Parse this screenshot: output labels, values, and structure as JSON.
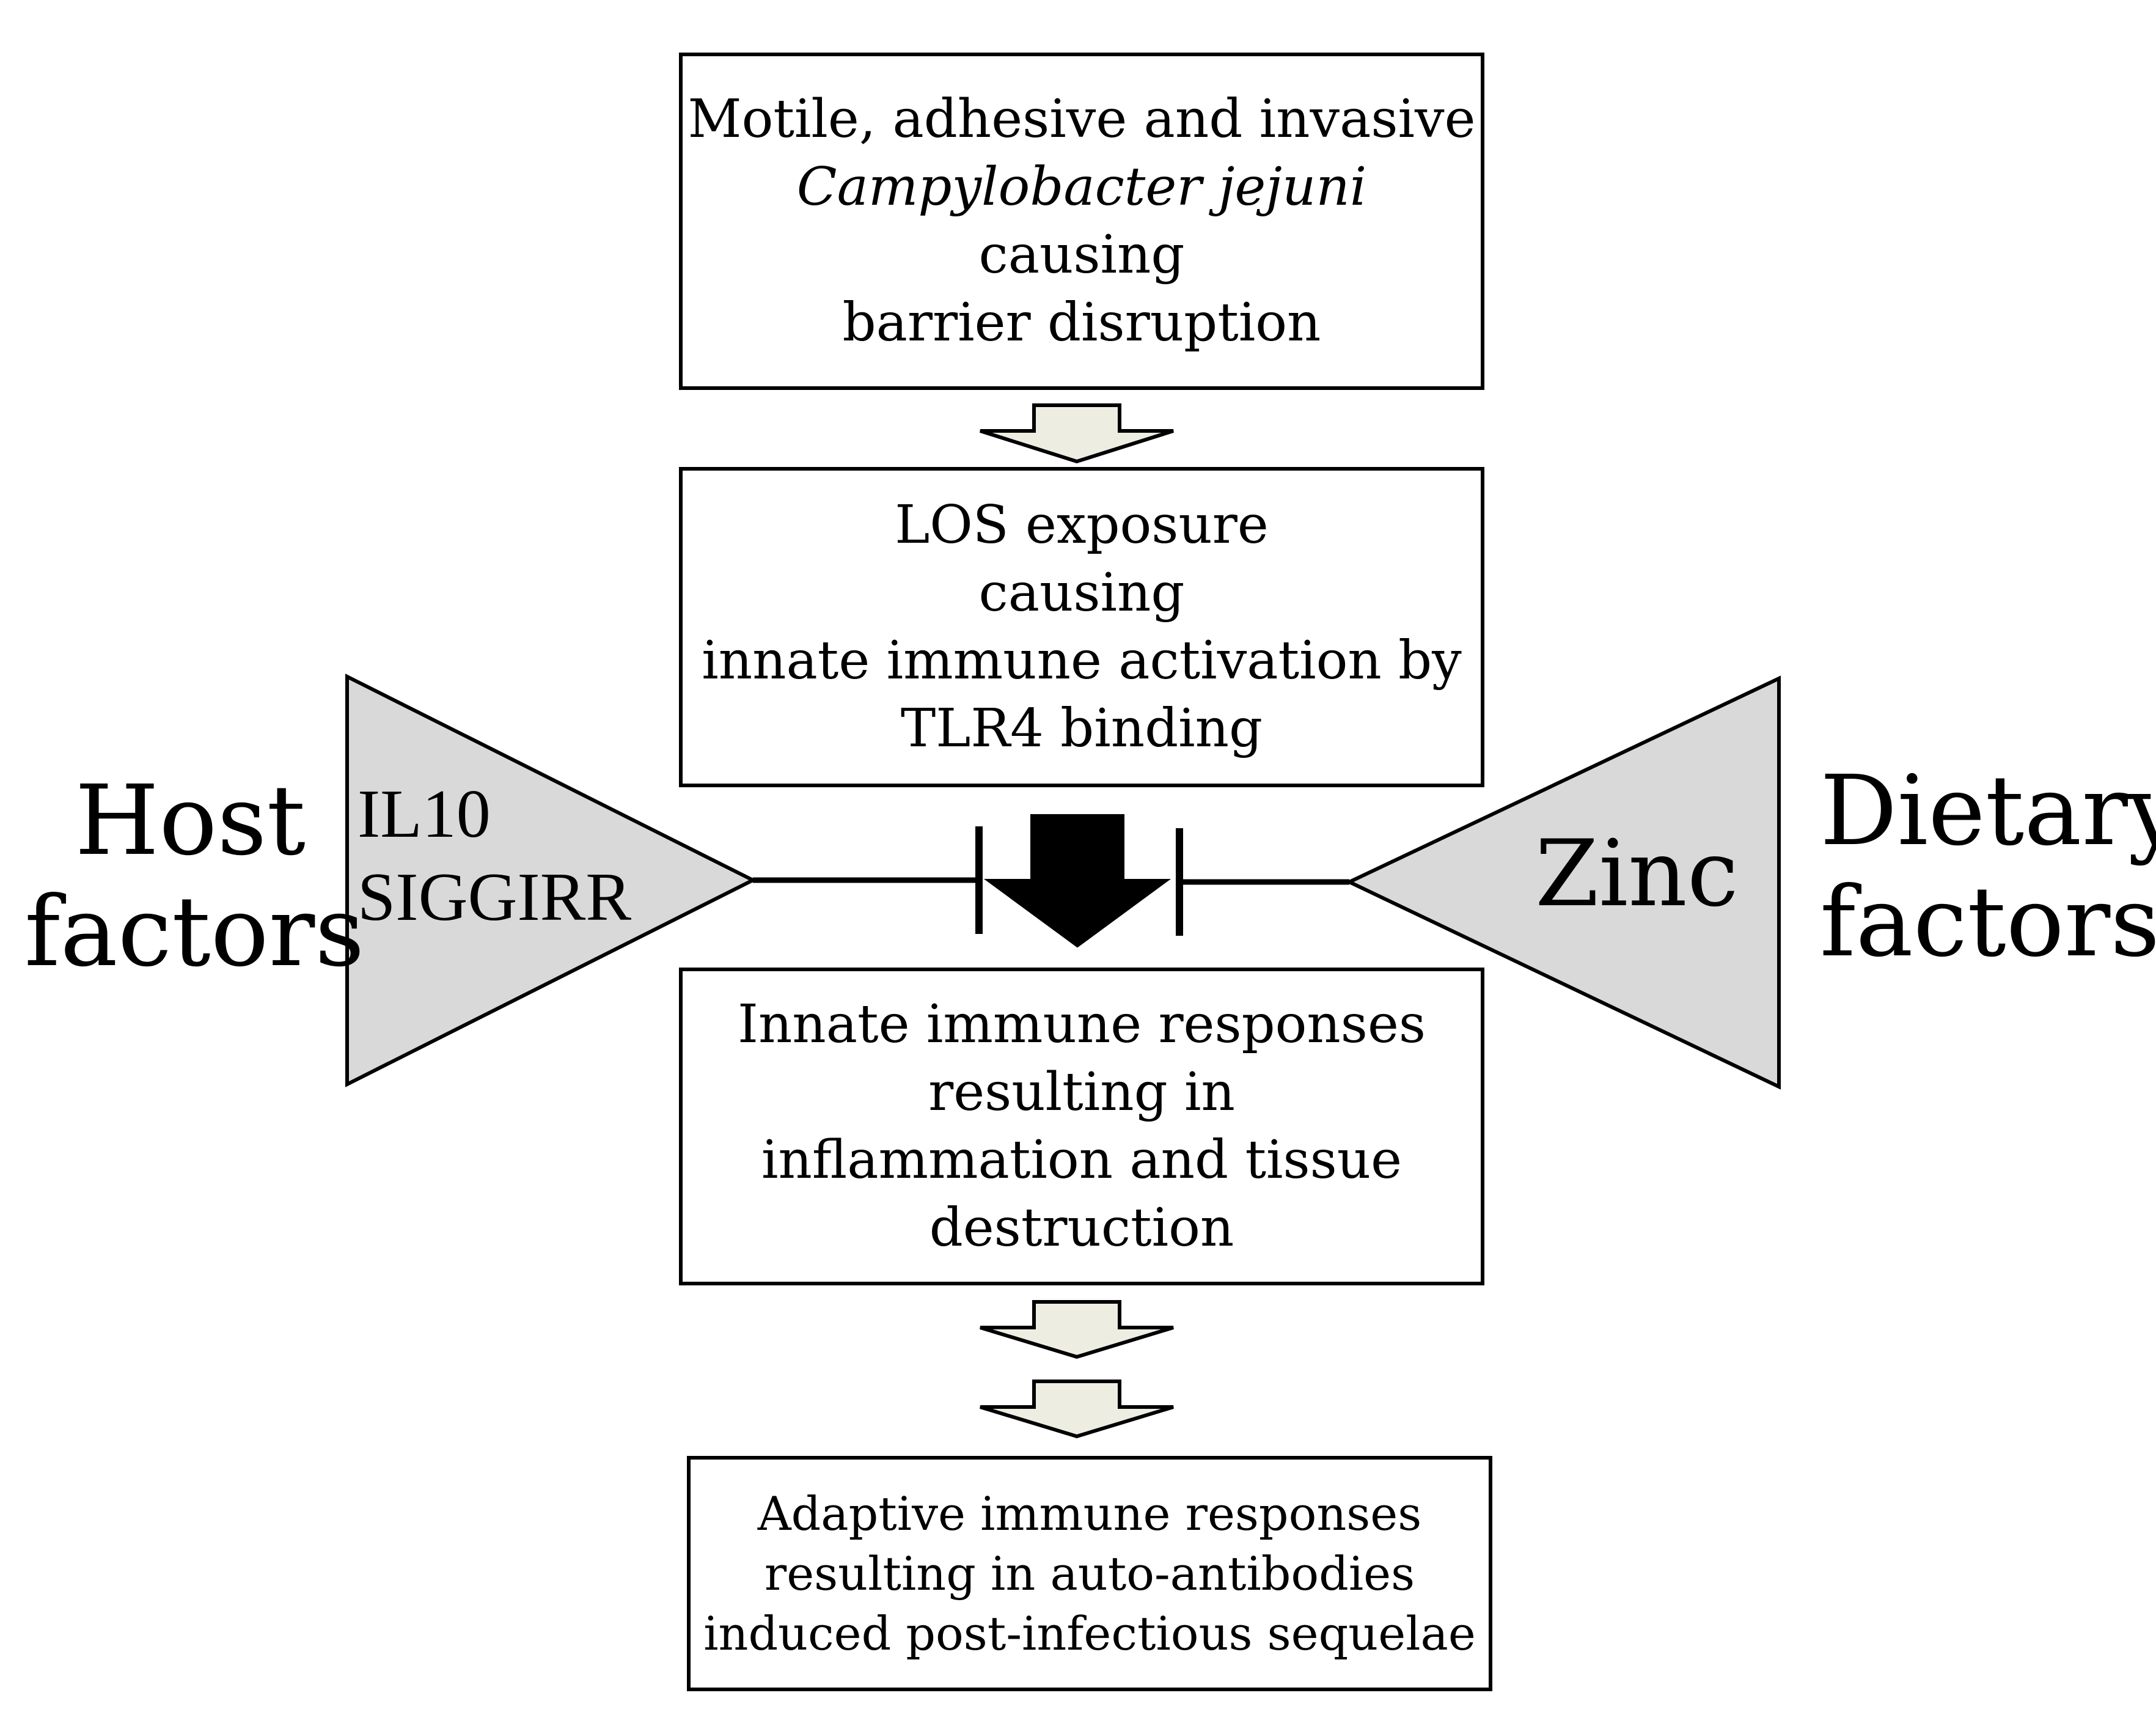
{
  "boxes": {
    "bacteria": {
      "line1": "Motile, adhesive and invasive",
      "line2": "Campylobacter jejuni",
      "line3": "causing",
      "line4": "barrier disruption"
    },
    "los": {
      "line1": "LOS exposure",
      "line2": "causing",
      "line3": "innate immune activation by",
      "line4": "TLR4 binding"
    },
    "innate": {
      "line1": "Innate immune responses",
      "line2": "resulting in",
      "line3": "inflammation and tissue",
      "line4": "destruction"
    },
    "adaptive": {
      "line1": "Adaptive immune responses",
      "line2": "resulting in auto-antibodies",
      "line3": "induced post-infectious sequelae"
    }
  },
  "host": {
    "label_line1": "Host",
    "label_line2": "factors",
    "factor_line1": "IL10",
    "factor_line2": "SIGGIRR"
  },
  "dietary": {
    "label_line1": "Dietary",
    "label_line2": "factors",
    "factor": "Zinc"
  },
  "colors": {
    "triangle_fill": "#d9d9d9",
    "small_arrow_fill": "#eeede2",
    "main_arrow_fill": "#000000",
    "outline": "#000000"
  }
}
